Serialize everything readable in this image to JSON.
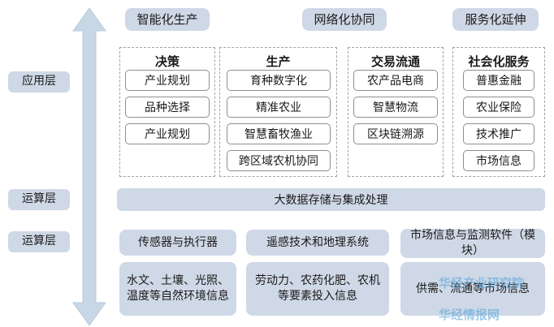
{
  "top_tags": [
    "智能化生产",
    "网络化协同",
    "服务化延伸"
  ],
  "layer_labels": [
    "应用层",
    "运算层",
    "运算层"
  ],
  "groups": [
    {
      "title": "决策",
      "items": [
        "产业规划",
        "品种选择",
        "产业规划"
      ]
    },
    {
      "title": "生产",
      "items": [
        "育种数字化",
        "精准农业",
        "智慧畜牧渔业",
        "跨区域农机协同"
      ]
    },
    {
      "title": "交易流通",
      "items": [
        "农产品电商",
        "智慧物流",
        "区块链溯源"
      ]
    },
    {
      "title": "社会化服务",
      "items": [
        "普惠金融",
        "农业保险",
        "技术推广",
        "市场信息"
      ]
    }
  ],
  "compute_bar": "大数据存储与集成处理",
  "perception": {
    "headers": [
      "传感器与执行器",
      "遥感技术和地理系统",
      "市场信息与监测软件（模块）"
    ],
    "details": [
      "水文、土壤、光照、温度等自然环境信息",
      "劳动力、农药化肥、农机等要素投入信息",
      "供需、流通等市场信息"
    ]
  },
  "watermark": {
    "line1": "华经产业研究院",
    "line2": "华经情报网"
  }
}
